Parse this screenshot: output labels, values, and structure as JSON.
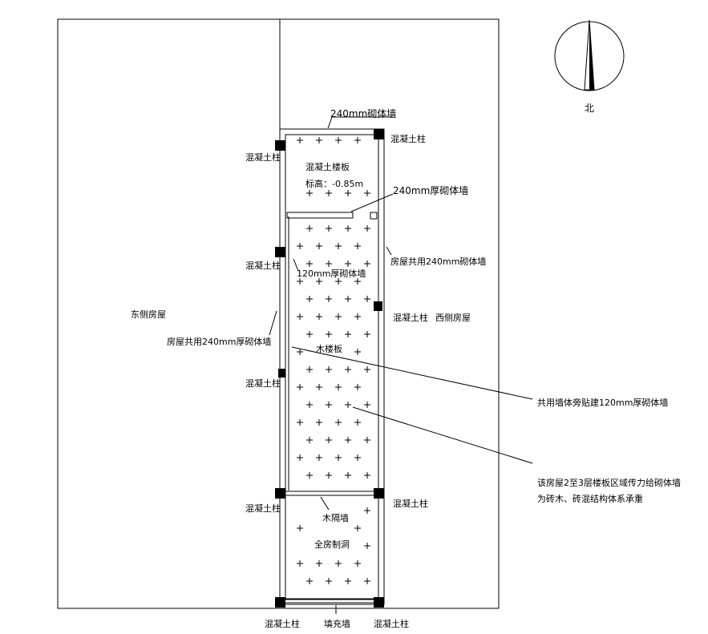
{
  "drawing": {
    "north": "北",
    "labels": {
      "top_wall": "240mm砌体墙",
      "col_tr": "混凝土柱",
      "col_tl": "混凝土柱",
      "slab": "混凝土楼板",
      "elevation": "标高：-0.85m",
      "inner_wall_240": "240mm厚砌体墙",
      "west_shared": "房屋共用240mm砌体墙",
      "col_ml": "混凝土柱",
      "inner_wall_120": "120mm厚砌体墙",
      "east_house": "东侧房屋",
      "col_mr": "混凝土柱",
      "west_house": "西侧房屋",
      "east_shared": "房屋共用240mm厚砌体墙",
      "wood_floor": "木楼板",
      "col_l3": "混凝土柱",
      "annotation_1": "共用墙体旁贴建120mm厚砌体墙",
      "annotation_2_line1": "该房屋2至3层楼板区域传力给砌体墙",
      "annotation_2_line2": "为砖木、砖混结构体系承重",
      "col_bl": "混凝土柱",
      "wood_partition": "木隔墙",
      "col_br": "混凝土柱",
      "full_basement": "全房制洞",
      "col_bot_l": "混凝土柱",
      "infill_wall": "填充墙",
      "col_bot_r": "混凝土柱"
    }
  }
}
